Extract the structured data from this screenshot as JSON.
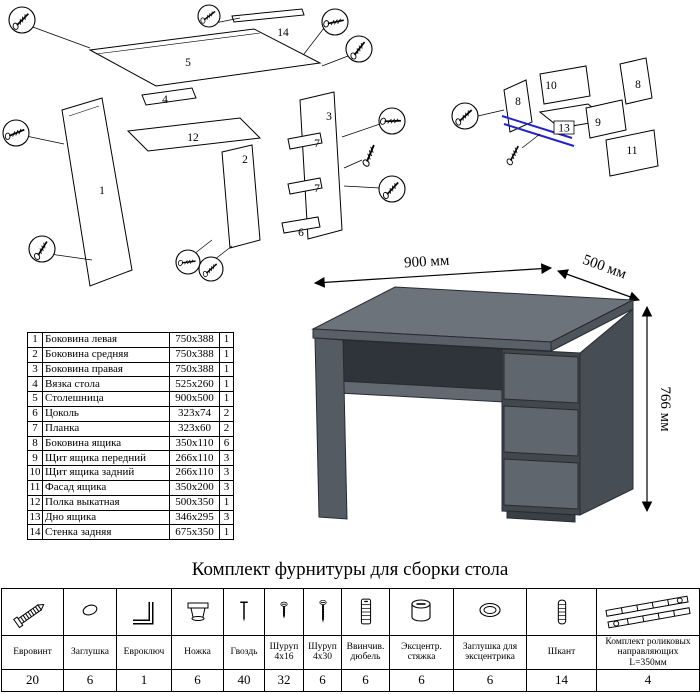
{
  "diagram_left": {
    "labels": {
      "p1": "1",
      "p2": "2",
      "p3": "3",
      "p4": "4",
      "p5": "5",
      "p6": "6",
      "p7a": "7",
      "p7b": "7",
      "p12": "12",
      "p14": "14"
    }
  },
  "diagram_right": {
    "labels": {
      "p8a": "8",
      "p8b": "8",
      "p9": "9",
      "p10": "10",
      "p11": "11",
      "p13": "13"
    }
  },
  "desk": {
    "width_label": "900 мм",
    "depth_label": "500 мм",
    "height_label": "766 мм"
  },
  "parts_table": {
    "rows": [
      {
        "n": "1",
        "name": "Боковина левая",
        "size": "750x388",
        "qty": "1"
      },
      {
        "n": "2",
        "name": "Боковина средняя",
        "size": "750x388",
        "qty": "1"
      },
      {
        "n": "3",
        "name": "Боковина правая",
        "size": "750x388",
        "qty": "1"
      },
      {
        "n": "4",
        "name": "Вязка стола",
        "size": "525x260",
        "qty": "1"
      },
      {
        "n": "5",
        "name": "Столешница",
        "size": "900x500",
        "qty": "1"
      },
      {
        "n": "6",
        "name": "Цоколь",
        "size": "323x74",
        "qty": "2"
      },
      {
        "n": "7",
        "name": "Планка",
        "size": "323x60",
        "qty": "2"
      },
      {
        "n": "8",
        "name": "Боковина ящика",
        "size": "350x110",
        "qty": "6"
      },
      {
        "n": "9",
        "name": "Щит ящика передний",
        "size": "266x110",
        "qty": "3"
      },
      {
        "n": "10",
        "name": "Щит ящика задний",
        "size": "266x110",
        "qty": "3"
      },
      {
        "n": "11",
        "name": "Фасад ящика",
        "size": "350x200",
        "qty": "3"
      },
      {
        "n": "12",
        "name": "Полка выкатная",
        "size": "500x350",
        "qty": "1"
      },
      {
        "n": "13",
        "name": "Дно ящика",
        "size": "346x295",
        "qty": "3"
      },
      {
        "n": "14",
        "name": "Стенка задняя",
        "size": "675x350",
        "qty": "1"
      }
    ]
  },
  "hardware": {
    "title": "Комплект фурнитуры для сборки стола",
    "items": [
      {
        "label": "Евровинт",
        "qty": "20"
      },
      {
        "label": "Заглушка",
        "qty": "6"
      },
      {
        "label": "Евроключ",
        "qty": "1"
      },
      {
        "label": "Ножка",
        "qty": "6"
      },
      {
        "label": "Гвоздь",
        "qty": "40"
      },
      {
        "label": "Шуруп 4x16",
        "qty": "32"
      },
      {
        "label": "Шуруп 4x30",
        "qty": "6"
      },
      {
        "label": "Ввинчив. дюбель",
        "qty": "6"
      },
      {
        "label": "Эксцентр. стяжка",
        "qty": "6"
      },
      {
        "label": "Заглушка для эксцентрика",
        "qty": "6"
      },
      {
        "label": "Шкант",
        "qty": "14"
      },
      {
        "label": "Комплект роликовых направляющих L=350мм",
        "qty": "4"
      }
    ]
  }
}
